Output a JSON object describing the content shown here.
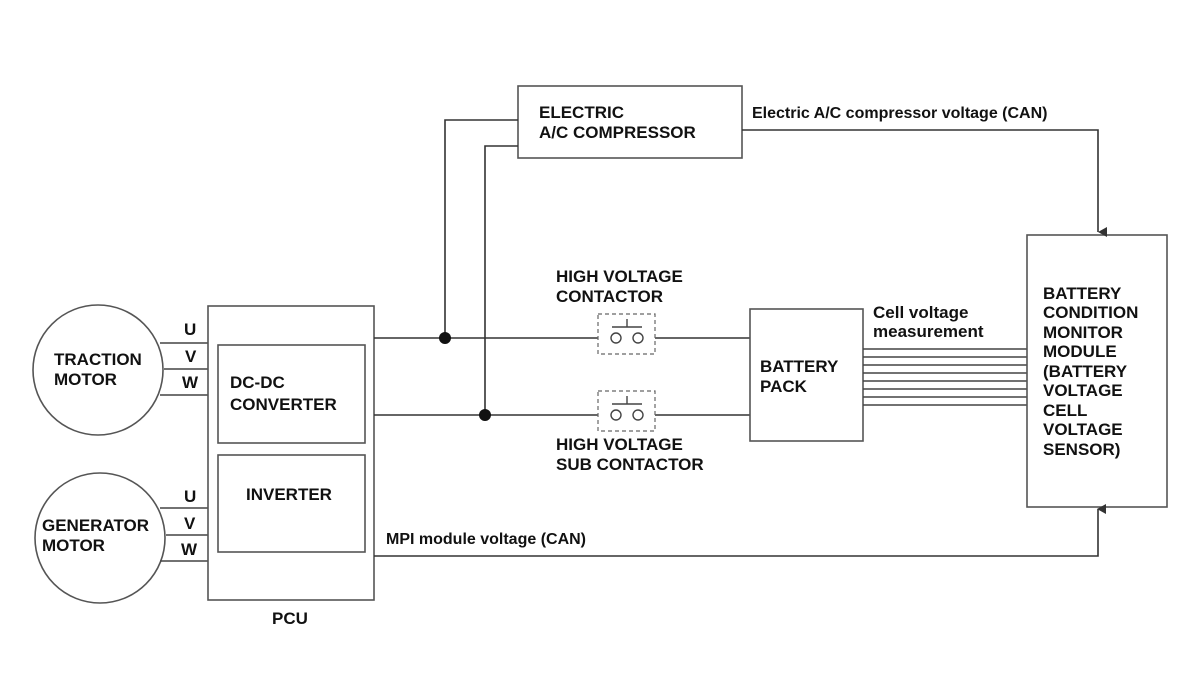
{
  "traction_motor": {
    "label": [
      "TRACTION",
      "MOTOR"
    ],
    "phases": [
      "U",
      "V",
      "W"
    ]
  },
  "generator_motor": {
    "label": [
      "GENERATOR",
      "MOTOR"
    ],
    "phases": [
      "U",
      "V",
      "W"
    ]
  },
  "pcu": {
    "label": "PCU",
    "dcdc_converter": [
      "DC-DC",
      "CONVERTER"
    ],
    "inverter": "INVERTER"
  },
  "compressor": {
    "label": [
      "ELECTRIC",
      "A/C COMPRESSOR"
    ],
    "signal": "Electric A/C compressor voltage (CAN)"
  },
  "contactors": {
    "main": [
      "HIGH VOLTAGE",
      "CONTACTOR"
    ],
    "sub": [
      "HIGH VOLTAGE",
      "SUB CONTACTOR"
    ]
  },
  "battery_pack": {
    "label": [
      "BATTERY",
      "PACK"
    ],
    "signal": [
      "Cell voltage",
      "measurement"
    ]
  },
  "monitor_module": {
    "label": [
      "BATTERY",
      "CONDITION",
      "MONITOR",
      "MODULE",
      "(BATTERY",
      "VOLTAGE",
      "CELL",
      "VOLTAGE",
      "SENSOR)"
    ]
  },
  "mpi_signal": "MPI module voltage (CAN)"
}
